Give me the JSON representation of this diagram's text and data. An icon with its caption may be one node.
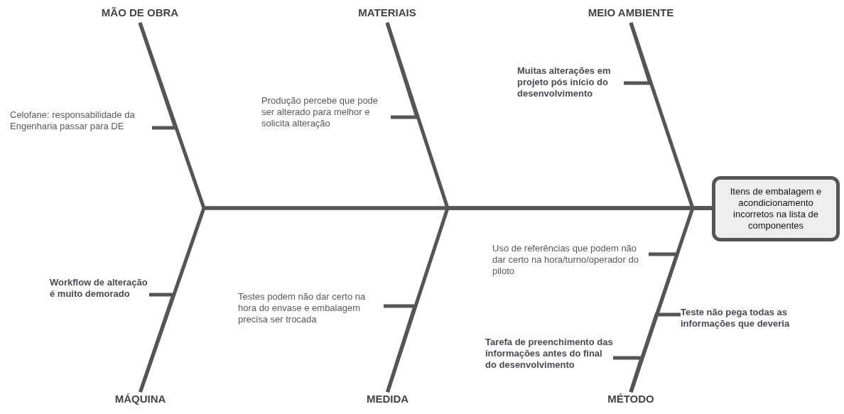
{
  "diagram": {
    "nodes": [
      {
        "text": [
          "MÃO DE OBRA"
        ]
      },
      {
        "text": [
          "MATERIAIS"
        ]
      },
      {
        "text": [
          "MEIO AMBIENTE"
        ]
      },
      {
        "text": [
          "Muitas alterações em projeto pós início do desenvolvimento"
        ]
      },
      {
        "text": [
          "Produção percebe que pode ser alterado para melhor e solicita alteração"
        ]
      },
      {
        "text": [
          "Celofane: responsabilidade da Engenharia passar para DE"
        ]
      },
      {
        "text": [
          "Itens de embalagem e acondicionamento incorretos na lista de componentes"
        ]
      },
      {
        "text": [
          "Uso de referências que podem não dar certo na hora/turno/operador do piloto"
        ]
      },
      {
        "text": [
          "Workflow de alteração é muito demorado"
        ]
      },
      {
        "text": [
          "Testes podem não dar certo na hora do envase e embalagem precisa ser trocada"
        ]
      },
      {
        "text": [
          "Teste não pega todas as informações que deveria"
        ]
      },
      {
        "text": [
          "Tarefa de preenchimento das informações antes do final do desenvolvimento"
        ]
      },
      {
        "text": [
          "MÁQUINA"
        ]
      },
      {
        "text": [
          "MEDIDA"
        ]
      },
      {
        "text": [
          "MÉTODO"
        ]
      }
    ],
    "edges": [
      {
        "from": 0,
        "to": 6,
        "arrow": "none"
      },
      {
        "from": 1,
        "to": 6,
        "arrow": "none"
      },
      {
        "from": 2,
        "to": 6,
        "arrow": "none"
      },
      {
        "from": 12,
        "to": 6,
        "arrow": "none"
      },
      {
        "from": 13,
        "to": 6,
        "arrow": "none"
      },
      {
        "from": 14,
        "to": 6,
        "arrow": "none"
      },
      {
        "from": 5,
        "to": 0,
        "arrow": "none"
      },
      {
        "from": 4,
        "to": 1,
        "arrow": "none"
      },
      {
        "from": 3,
        "to": 2,
        "arrow": "none"
      },
      {
        "from": 8,
        "to": 12,
        "arrow": "none"
      },
      {
        "from": 9,
        "to": 13,
        "arrow": "none"
      },
      {
        "from": 7,
        "to": 14,
        "arrow": "none"
      },
      {
        "from": 10,
        "to": 14,
        "arrow": "none"
      },
      {
        "from": 11,
        "to": 14,
        "arrow": "none"
      }
    ]
  }
}
